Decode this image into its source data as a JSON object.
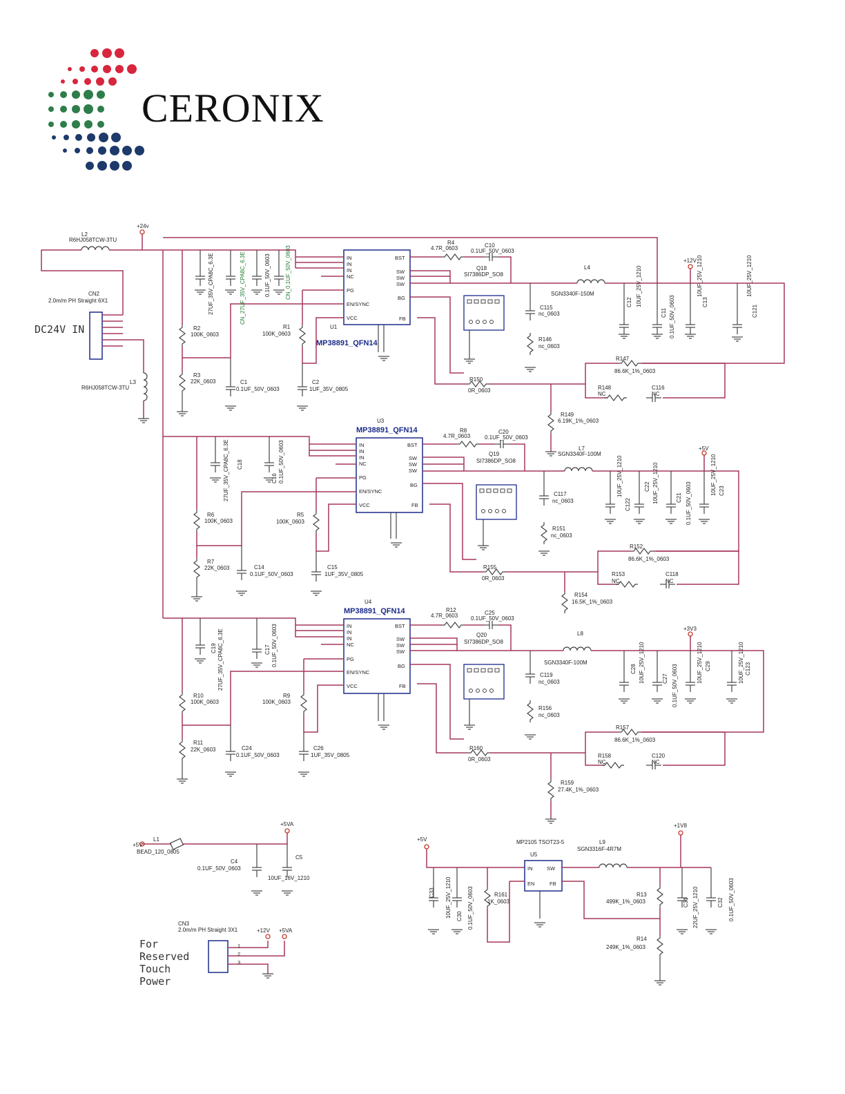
{
  "logo": {
    "name": "CERONIX"
  },
  "input": {
    "label": "DC24V IN",
    "connector": "CN2",
    "connector_type": "2.0m/m PH Straight 6X1",
    "l2": "L2",
    "l2_part": "R6HJ058TCW-3TU",
    "l3": "L3",
    "l3_part": "R6HJ058TCW-3TU",
    "rail": "+24v"
  },
  "u1": {
    "ref": "U1",
    "part": "MP38891_QFN14",
    "r4": "R4",
    "r4v": "4.7R_0603",
    "c10": "C10",
    "c10v": "0.1UF_50V_0603",
    "q": "Q18",
    "qv": "SI7386DP_SO8",
    "l": "L4",
    "lv": "SGN3340F-150M",
    "rail": "+12V",
    "c115": "C115",
    "c115v": "nc_0603",
    "r146": "R146",
    "r146v": "nc_0603",
    "r147": "R147",
    "r147v": "86.6K_1%_0603",
    "r148": "R148",
    "r148v": "NC",
    "c116": "C116",
    "c116v": "NC",
    "r150": "R150",
    "r150v": "0R_0603",
    "r149": "R149",
    "r149v": "6.19K_1%_0603",
    "r2": "R2",
    "r2v": "100K_0603",
    "r3": "R3",
    "r3v": "22K_0603",
    "r1": "R1",
    "r1v": "100K_0603",
    "c1": "C1",
    "c1v": "0.1UF_50V_0603",
    "c2": "C2",
    "c2v": "1UF_35V_0805",
    "c6v": "27UF_35V_CPA8C_6.3E",
    "cnv": "CN_27UF_35V_CPA8C_6.3E",
    "c8v": "0.1UF_50V_0603",
    "c9v": "CN_0.1UF_50V_0603",
    "c12": "C12",
    "c12v": "10UF_25V_1210",
    "c11": "C11",
    "c11v": "0.1UF_50V_0603",
    "c13": "C13",
    "c13v": "10UF_25V_1210",
    "c121": "C121",
    "c121v": "10UF_25V_1210"
  },
  "u3": {
    "ref": "U3",
    "part": "MP38891_QFN14",
    "r8": "R8",
    "r8v": "4.7R_0603",
    "c20": "C20",
    "c20v": "0.1UF_50V_0603",
    "q": "Q19",
    "qv": "SI7386DP_SO8",
    "l": "L7",
    "lv": "SGN3340F-100M",
    "rail": "+5V",
    "c117": "C117",
    "c117v": "nc_0603",
    "r151": "R151",
    "r151v": "nc_0603",
    "r152": "R152",
    "r152v": "86.6K_1%_0603",
    "r153": "R153",
    "r153v": "NC",
    "c118": "C118",
    "c118v": "NC",
    "r155": "R155",
    "r155v": "0R_0603",
    "r154": "R154",
    "r154v": "16.5K_1%_0603",
    "r6": "R6",
    "r6v": "100K_0603",
    "r7": "R7",
    "r7v": "22K_0603",
    "r5": "R5",
    "r5v": "100K_0603",
    "c14": "C14",
    "c14v": "0.1UF_50V_0603",
    "c15": "C15",
    "c15v": "1UF_35V_0805",
    "c18": "C18",
    "c18v": "27UF_35V_CPA8C_6.3E",
    "c16": "C16",
    "c16v": "0.1UF_50V_0603",
    "c122": "C122",
    "c122v": "10UF_25V_1210",
    "c22": "C22",
    "c22v": "10UF_25V_1210",
    "c21": "C21",
    "c21v": "0.1UF_50V_0603",
    "c23": "C23",
    "c23v": "10UF_25V_1210"
  },
  "u4": {
    "ref": "U4",
    "part": "MP38891_QFN14",
    "r12": "R12",
    "r12v": "4.7R_0603",
    "c25": "C25",
    "c25v": "0.1UF_50V_0603",
    "q": "Q20",
    "qv": "SI7386DP_SO8",
    "l": "L8",
    "lv": "SGN3340F-100M",
    "rail": "+3V3",
    "c119": "C119",
    "c119v": "nc_0603",
    "r156": "R156",
    "r156v": "nc_0603",
    "r157": "R157",
    "r157v": "86.6K_1%_0603",
    "r158": "R158",
    "r158v": "NC",
    "c120": "C120",
    "c120v": "NC",
    "r160": "R160",
    "r160v": "0R_0603",
    "r159": "R159",
    "r159v": "27.4K_1%_0603",
    "r10": "R10",
    "r10v": "100K_0603",
    "r11": "R11",
    "r11v": "22K_0603",
    "r9": "R9",
    "r9v": "100K_0603",
    "c24": "C24",
    "c24v": "0.1UF_50V_0603",
    "c26": "C26",
    "c26v": "1UF_35V_0805",
    "c19": "C19",
    "c19v": "27UF_35V_CPA8C_6.3E",
    "c17": "C17",
    "c17v": "0.1UF_50V_0603",
    "c28": "C28",
    "c28v": "10UF_25V_1210",
    "c27": "C27",
    "c27v": "0.1UF_50V_0603",
    "c29": "C29",
    "c29v": "10UF_25V_1210",
    "c123": "C123",
    "c123v": "10UF_25V_1210"
  },
  "pins": {
    "in": "IN",
    "nc": "NC",
    "pg": "PG",
    "en": "EN/SYNC",
    "vcc": "VCC",
    "bst": "BST",
    "sw": "SW",
    "bg": "BG",
    "fb": "FB",
    "gnd": "GND"
  },
  "bead": {
    "rail_in": "+5V",
    "l1": "L1",
    "l1v": "BEAD_120_0805",
    "rail_out": "+5VA",
    "c4": "C4",
    "c4v": "0.1UF_50V_0603",
    "c5": "C5",
    "c5v": "10UF_16V_1210"
  },
  "cn3": {
    "ref": "CN3",
    "type": "2.0m/m PH Straight 3X1",
    "p12": "+12V",
    "p5": "+5VA",
    "note": [
      "For",
      "Reserved",
      "Touch",
      "Power"
    ]
  },
  "u5": {
    "rail_in": "+5V",
    "ref": "U5",
    "part": "MP2105 TSOT23-5",
    "l9": "L9",
    "l9v": "SGN3316F-4R7M",
    "rail": "+1V8",
    "c33": "C33",
    "c33v": "10UF_25V_1210",
    "c30": "C30",
    "c30v": "0.1UF_50V_0603",
    "r161": "R161",
    "r161v": "1K_0603",
    "r13": "R13",
    "r13v": "499K_1%_0603",
    "r14": "R14",
    "r14v": "249K_1%_0603",
    "c31": "C31",
    "c31v": "22UF_25V_1210",
    "c32": "C32",
    "c32v": "0.1UF_50V_0603",
    "pin_in": "IN",
    "pin_sw": "SW",
    "pin_en": "EN",
    "pin_fb": "FB",
    "pin_gnd": "GND"
  },
  "colors": {
    "wire": "#a5365a",
    "box": "#1b2a8a",
    "red": "#d7263d",
    "green": "#2e7d4a",
    "navy": "#1d3a6b"
  }
}
